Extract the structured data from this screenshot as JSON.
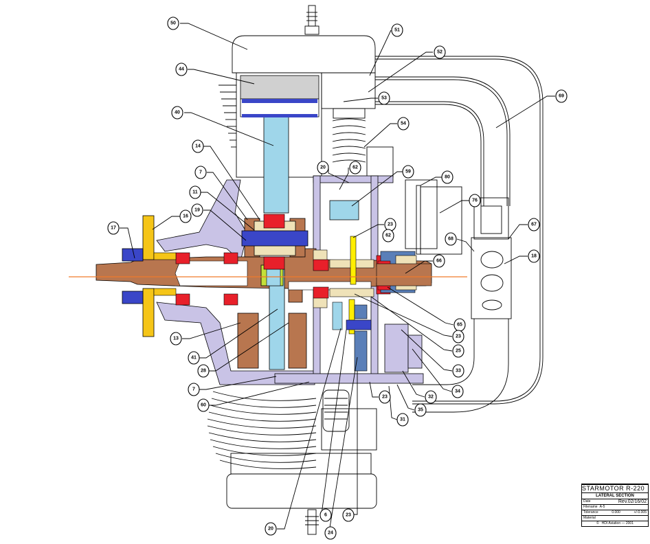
{
  "drawing": {
    "subject": "Engine-mounted electric starter assembly, lateral cross-section",
    "colors": {
      "housing_lavender": "#c9c3e6",
      "shaft_brown": "#b8764f",
      "prop_hub_yellow": "#f5c518",
      "nut_blue": "#3a46c8",
      "bearing_red": "#e8202a",
      "connecting_rod_cyan": "#9fd6ea",
      "bushing_cream": "#efe2b8",
      "lime_cap": "#c4e03a",
      "motor_steel_blue": "#5a7fb8",
      "gear_yellow": "#ffee00",
      "centerline_orange": "#f07a2a"
    },
    "callouts": [
      {
        "label": "50"
      },
      {
        "label": "51"
      },
      {
        "label": "52"
      },
      {
        "label": "44"
      },
      {
        "label": "40"
      },
      {
        "label": "14"
      },
      {
        "label": "7"
      },
      {
        "label": "11"
      },
      {
        "label": "19"
      },
      {
        "label": "16"
      },
      {
        "label": "17"
      },
      {
        "label": "13"
      },
      {
        "label": "41"
      },
      {
        "label": "28"
      },
      {
        "label": "7"
      },
      {
        "label": "60"
      },
      {
        "label": "54"
      },
      {
        "label": "53"
      },
      {
        "label": "69"
      },
      {
        "label": "20"
      },
      {
        "label": "62"
      },
      {
        "label": "59"
      },
      {
        "label": "23"
      },
      {
        "label": "62"
      },
      {
        "label": "80"
      },
      {
        "label": "76"
      },
      {
        "label": "68"
      },
      {
        "label": "67"
      },
      {
        "label": "18"
      },
      {
        "label": "66"
      },
      {
        "label": "65"
      },
      {
        "label": "23"
      },
      {
        "label": "25"
      },
      {
        "label": "33"
      },
      {
        "label": "34"
      },
      {
        "label": "32"
      },
      {
        "label": "35"
      },
      {
        "label": "31"
      },
      {
        "label": "23"
      },
      {
        "label": "20"
      },
      {
        "label": "6"
      },
      {
        "label": "24"
      },
      {
        "label": "23"
      }
    ]
  },
  "title_block": {
    "title": "STARMOTOR R-220",
    "subtitle": "LATERAL SECTION",
    "date_label": "Date",
    "revision": "Rev.02/16/02",
    "filename_label": "Filename",
    "filename": "A-5",
    "tolerance_label": "Tolerance",
    "tolerance_value": "0.000",
    "tolerance_range": "+/-0.005",
    "material_label": "Material",
    "copyright_symbol": "©",
    "copyright": "HDI Aviation — 2001"
  }
}
